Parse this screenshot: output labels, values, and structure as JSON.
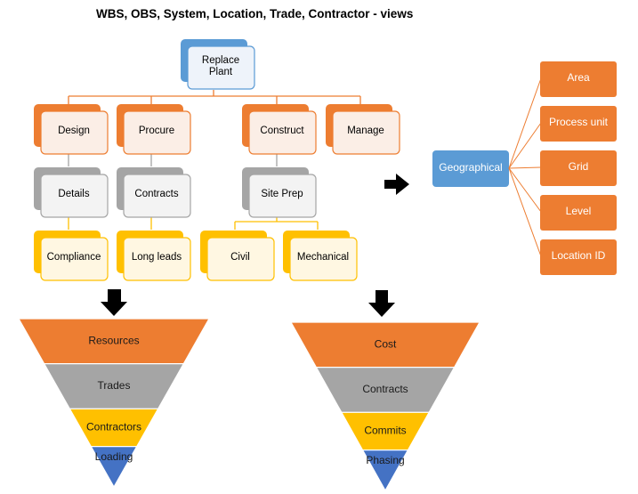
{
  "title": "WBS, OBS, System, Location, Trade, Contractor - views",
  "colors": {
    "blue": "#5b9bd5",
    "orange": "#ed7d31",
    "gray": "#a5a5a5",
    "yellow": "#ffc000",
    "dark_blue": "#4472c4",
    "arrow": "#000000"
  },
  "hierarchy": {
    "root": "Replace Plant",
    "level1": [
      "Design",
      "Procure",
      "Construct",
      "Manage"
    ],
    "level2": [
      "Details",
      "Contracts",
      "Site Prep"
    ],
    "level3": [
      "Compliance",
      "Long leads",
      "Civil",
      "Mechanical"
    ]
  },
  "geographical": {
    "hub": "Geographical",
    "items": [
      "Area",
      "Process unit",
      "Grid",
      "Level",
      "Location ID"
    ]
  },
  "funnel_left": {
    "layers": [
      "Resources",
      "Trades",
      "Contractors",
      "Loading"
    ]
  },
  "funnel_right": {
    "layers": [
      "Cost",
      "Contracts",
      "Commits",
      "Phasing"
    ]
  }
}
